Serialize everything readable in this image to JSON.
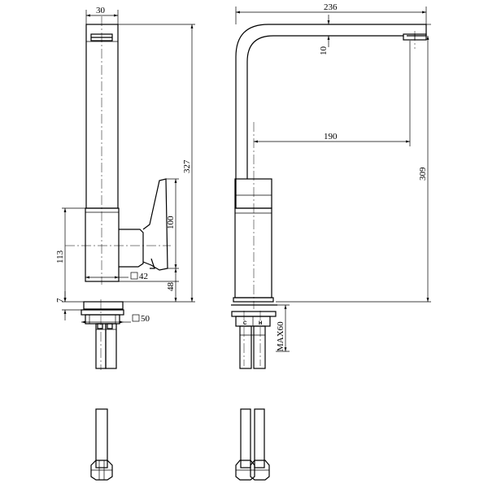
{
  "front_view": {
    "width_top": "30",
    "height_total": "327",
    "lever_height": "100",
    "body_height": "113",
    "body_square": "42",
    "base_height": "48",
    "base_plate": "7",
    "base_square": "50"
  },
  "side_view": {
    "reach_total": "236",
    "spout_drop": "10",
    "reach_center": "190",
    "height_total": "309",
    "max_deck": "MAX60",
    "cold_label": "C",
    "hot_label": "H"
  }
}
